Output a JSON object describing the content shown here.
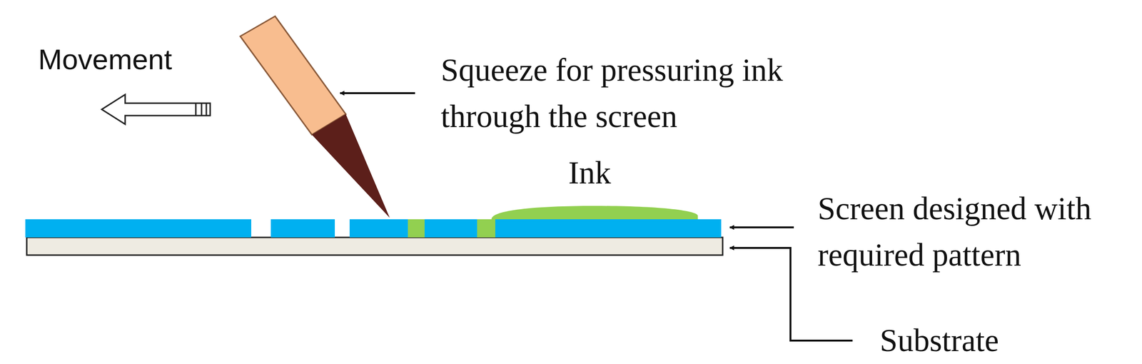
{
  "diagram": {
    "labels": [
      "Movement",
      "Squeeze for pressuring ink through the screen",
      "Ink",
      "Screen designed with required pattern",
      "Substrate"
    ]
  }
}
